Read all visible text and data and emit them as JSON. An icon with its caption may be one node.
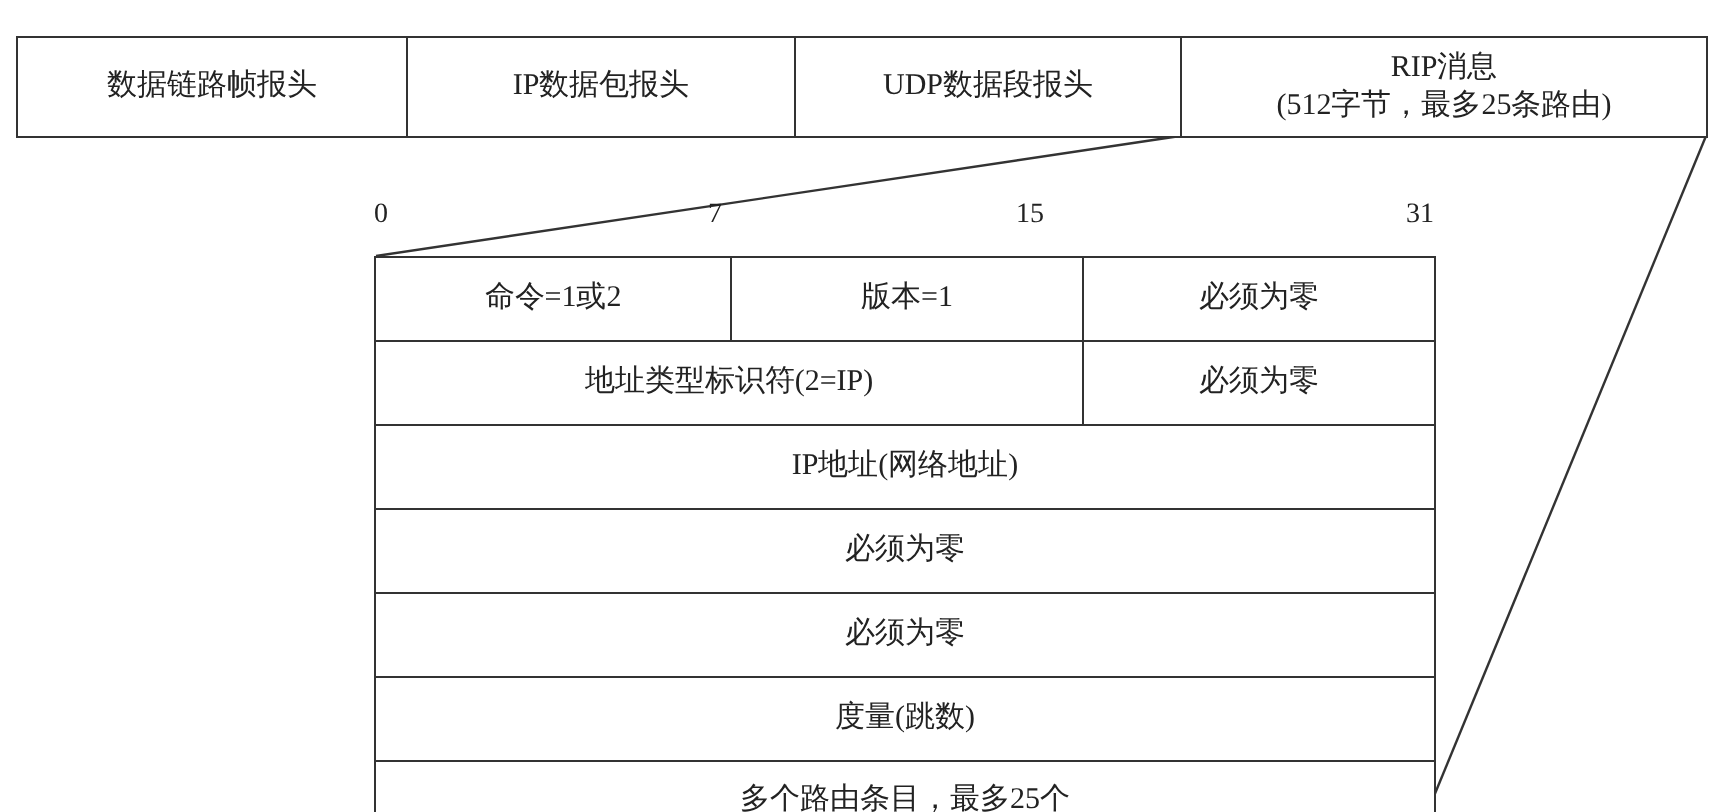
{
  "diagram": {
    "nodes": [
      {
        "text": [
          "数据链路帧报头"
        ]
      },
      {
        "text": [
          "IP数据包报头"
        ]
      },
      {
        "text": [
          "UDP数据段报头"
        ]
      },
      {
        "text": [
          "RIP消息",
          "(512字节，最多25条路由)"
        ]
      },
      {
        "text": [
          "命令=1或2"
        ]
      },
      {
        "text": [
          "版本=1"
        ]
      },
      {
        "text": [
          "必须为零"
        ]
      },
      {
        "text": [
          "地址类型标识符(2=IP)"
        ]
      },
      {
        "text": [
          "必须为零"
        ]
      },
      {
        "text": [
          "IP地址(网络地址)"
        ]
      },
      {
        "text": [
          "必须为零"
        ]
      },
      {
        "text": [
          "必须为零"
        ]
      },
      {
        "text": [
          "度量(跳数)"
        ]
      },
      {
        "text": [
          "多个路由条目，最多25个"
        ]
      }
    ],
    "edges": [
      {
        "from": 3,
        "to": 4,
        "arrow": "none"
      },
      {
        "from": 3,
        "to": 13,
        "arrow": "none"
      }
    ],
    "labels": [
      "0",
      "7",
      "15",
      "31"
    ]
  }
}
